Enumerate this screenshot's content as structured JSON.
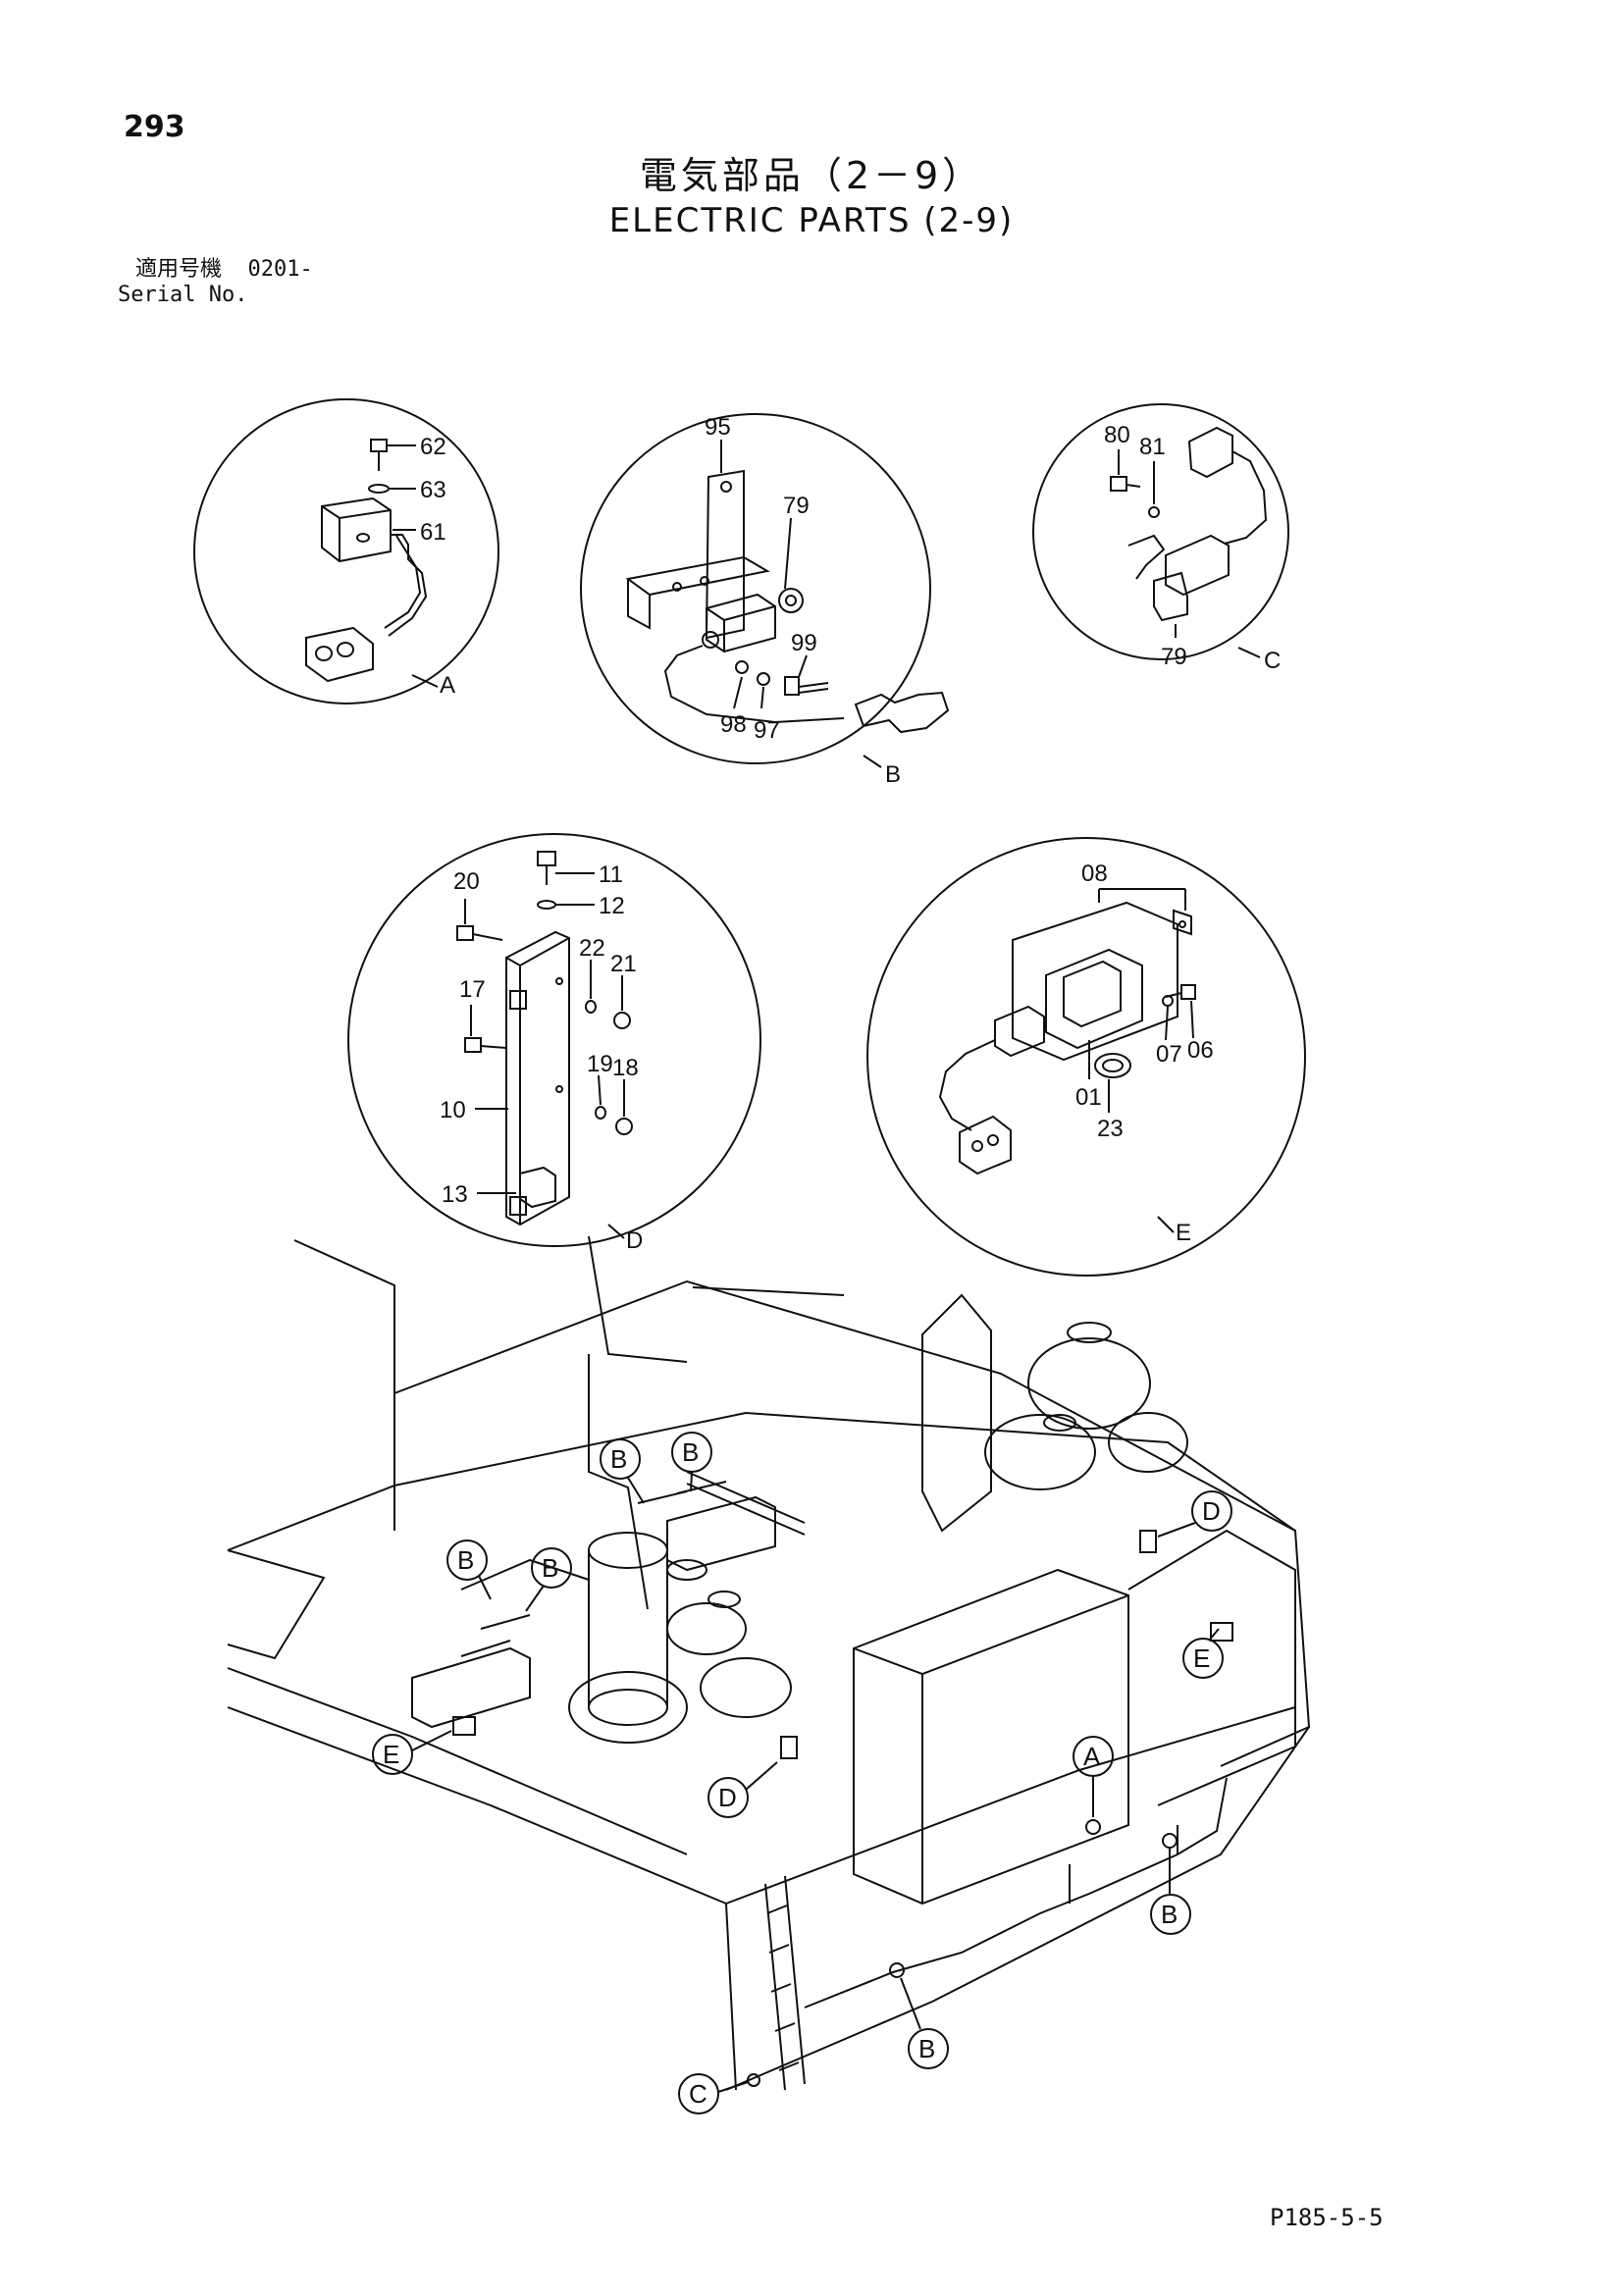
{
  "page_number": "293",
  "title_jp": "電気部品（2－9）",
  "title_en": "ELECTRIC PARTS (2-9)",
  "serial": {
    "label_jp": "適用号機",
    "value": "0201-",
    "label_en": "Serial No."
  },
  "footer_code": "P185-5-5",
  "details": {
    "A": {
      "label": "A",
      "parts": [
        "62",
        "63",
        "61"
      ]
    },
    "B": {
      "label": "B",
      "parts": [
        "95",
        "79",
        "99",
        "98",
        "97"
      ]
    },
    "C": {
      "label": "C",
      "parts": [
        "80",
        "81",
        "79"
      ]
    },
    "D": {
      "label": "D",
      "parts": [
        "20",
        "11",
        "12",
        "22",
        "21",
        "17",
        "19",
        "18",
        "10",
        "13"
      ]
    },
    "E": {
      "label": "E",
      "parts": [
        "08",
        "07",
        "06",
        "01",
        "23"
      ]
    }
  },
  "location_callouts": [
    "B",
    "B",
    "B",
    "B",
    "D",
    "E",
    "E",
    "D",
    "A",
    "B",
    "B",
    "C"
  ]
}
